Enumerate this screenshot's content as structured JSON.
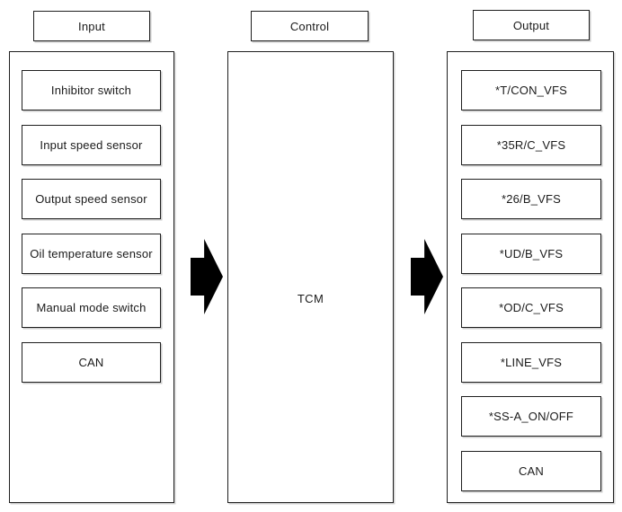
{
  "page": {
    "background_color": "#ffffff",
    "line_color": "#1f1f1f",
    "arrow_color": "#000000"
  },
  "diagram": {
    "columns": [
      {
        "header": "Input",
        "items": [
          "Inhibitor switch",
          "Input speed sensor",
          "Output speed sensor",
          "Oil temperature sensor",
          "Manual mode switch",
          "CAN"
        ]
      },
      {
        "header": "Control",
        "label": "TCM"
      },
      {
        "header": "Output",
        "items": [
          "*T/CON_VFS",
          "*35R/C_VFS",
          "*26/B_VFS",
          "*UD/B_VFS",
          "*OD/C_VFS",
          "*LINE_VFS",
          "*SS-A_ON/OFF",
          "CAN"
        ]
      }
    ]
  }
}
